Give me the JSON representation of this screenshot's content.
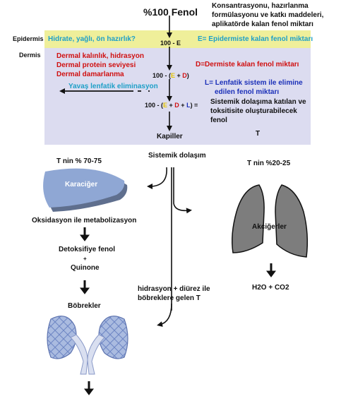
{
  "header": {
    "phenol_total": "%100 Fenol",
    "concentration_note": [
      "Konsantrasyonu, hazırlanma",
      "formülasyonu ve katkı maddeleri,",
      "aplikatörde kalan fenol miktarı"
    ]
  },
  "layers": {
    "epidermis_label": "Epidermis",
    "dermis_label": "Dermis"
  },
  "epidermis_row": {
    "factors": "Hidrate, yağlı, ön hazırlık?",
    "expression": "100 - E",
    "legend": "E=  Epidermiste kalan fenol miktarı"
  },
  "dermis_section": {
    "factors": [
      "Dermal kalınlık, hidrasyon",
      "Dermal protein seviyesi",
      "Dermal damarlanma"
    ],
    "expression_d": {
      "prefix": "100 - (",
      "e": "E",
      "plus1": " + ",
      "d": "D",
      "suffix": ")"
    },
    "legend_d": "D=Dermiste kalan fenol miktarı",
    "lymph_slow": "Yavaş lenfatik eliminasyon",
    "legend_l": [
      "L=  Lenfatik sistem ile elimine",
      "edilen fenol miktarı"
    ],
    "expression_l": {
      "prefix": "100 - (",
      "e": "E",
      "plus1": " + ",
      "d": "D",
      "plus2": " + ",
      "l": "L",
      "suffix": ") ="
    },
    "systemic_note": [
      "Sistemik dolaşıma katılan ve",
      "toksitisite oluşturabilecek",
      "fenol"
    ],
    "capillary": "Kapiller",
    "t_label": "T"
  },
  "circulation": {
    "systemic": "Sistemik dolaşım",
    "liver_share": "T nin % 70-75",
    "lung_share": "T nin %20-25"
  },
  "liver_path": {
    "organ": "Karaciğer",
    "oxidation": "Oksidasyon ile metabolizasyon",
    "detox": "Detoksifiye fenol",
    "plus": "+",
    "quinone": "Quinone",
    "kidneys": "Böbrekler"
  },
  "lung_path": {
    "organ": "Akciğerler",
    "output": "H2O + CO2"
  },
  "kidney_path": {
    "note": [
      "hidrasyon + diürez ile",
      "böbreklere gelen T"
    ]
  },
  "colors": {
    "panel": "#dcdcf0",
    "yellow_band": "#efef9a",
    "red_text": "#d01010",
    "blue_text": "#1a2fb8",
    "teal_text": "#1fa0c8",
    "yellow_letter": "#e5c400",
    "liver": "#8fa7d4",
    "lung": "#7d7d7d",
    "kidney": "#aabbe0"
  }
}
